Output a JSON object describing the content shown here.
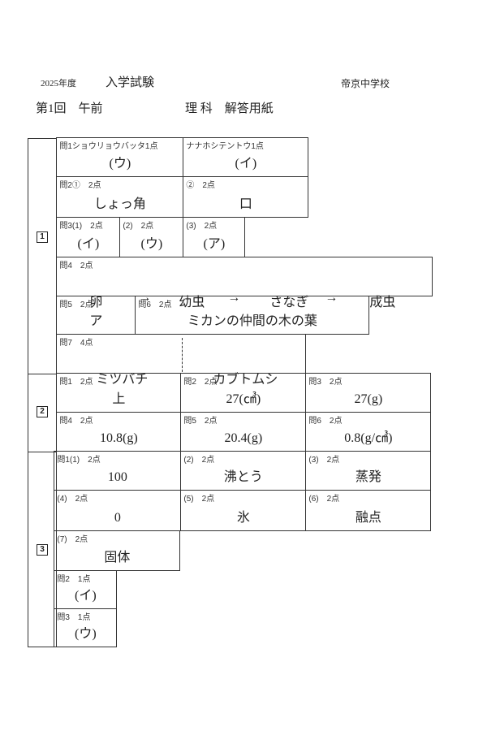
{
  "header": {
    "year": "2025年度",
    "exam": "入学試験",
    "school": "帝京中学校",
    "session": "第1回　午前",
    "title": "理 科　解答用紙"
  },
  "sections": [
    "1",
    "2",
    "3"
  ],
  "cells": [
    {
      "label": "問1ショウリョウバッタ1点",
      "answer": "(ウ)"
    },
    {
      "label": "ナナホシテントウ1点",
      "answer": "(イ)"
    },
    {
      "label": "問2①　2点",
      "answer": "しょっ角"
    },
    {
      "label": "②　2点",
      "answer": "口"
    },
    {
      "label": "問3(1)　2点",
      "answer": "(イ)"
    },
    {
      "label": "(2)　2点",
      "answer": "(ウ)"
    },
    {
      "label": "(3)　2点",
      "answer": "(ア)"
    },
    {
      "label": "問4　2点",
      "answer": ""
    },
    {
      "label": "問5　2点",
      "answer": "ア"
    },
    {
      "label": "問6　2点",
      "answer": "ミカンの仲間の木の葉"
    },
    {
      "label": "問7　4点",
      "answer": ""
    },
    {
      "label": "問1　2点",
      "answer": "上"
    },
    {
      "label": "問2　2点",
      "answer": "27(㎤)"
    },
    {
      "label": "問3　2点",
      "answer": "27(g)"
    },
    {
      "label": "問4　2点",
      "answer": "10.8(g)"
    },
    {
      "label": "問5　2点",
      "answer": "20.4(g)"
    },
    {
      "label": "問6　2点",
      "answer": "0.8(g/㎤)"
    },
    {
      "label": "問1(1)　2点",
      "answer": "100"
    },
    {
      "label": "(2)　2点",
      "answer": "沸とう"
    },
    {
      "label": "(3)　2点",
      "answer": "蒸発"
    },
    {
      "label": "(4)　2点",
      "answer": "0"
    },
    {
      "label": "(5)　2点",
      "answer": "氷"
    },
    {
      "label": "(6)　2点",
      "answer": "融点"
    },
    {
      "label": "(7)　2点",
      "answer": "固体"
    },
    {
      "label": "問2　1点",
      "answer": "(イ)"
    },
    {
      "label": "問3　1点",
      "answer": "(ウ)"
    }
  ],
  "q4_sequence": [
    "卵",
    "→",
    "幼虫",
    "→",
    "さなぎ",
    "→",
    "成虫"
  ],
  "q7_answers": [
    "ミツバチ",
    "カブトムシ"
  ]
}
